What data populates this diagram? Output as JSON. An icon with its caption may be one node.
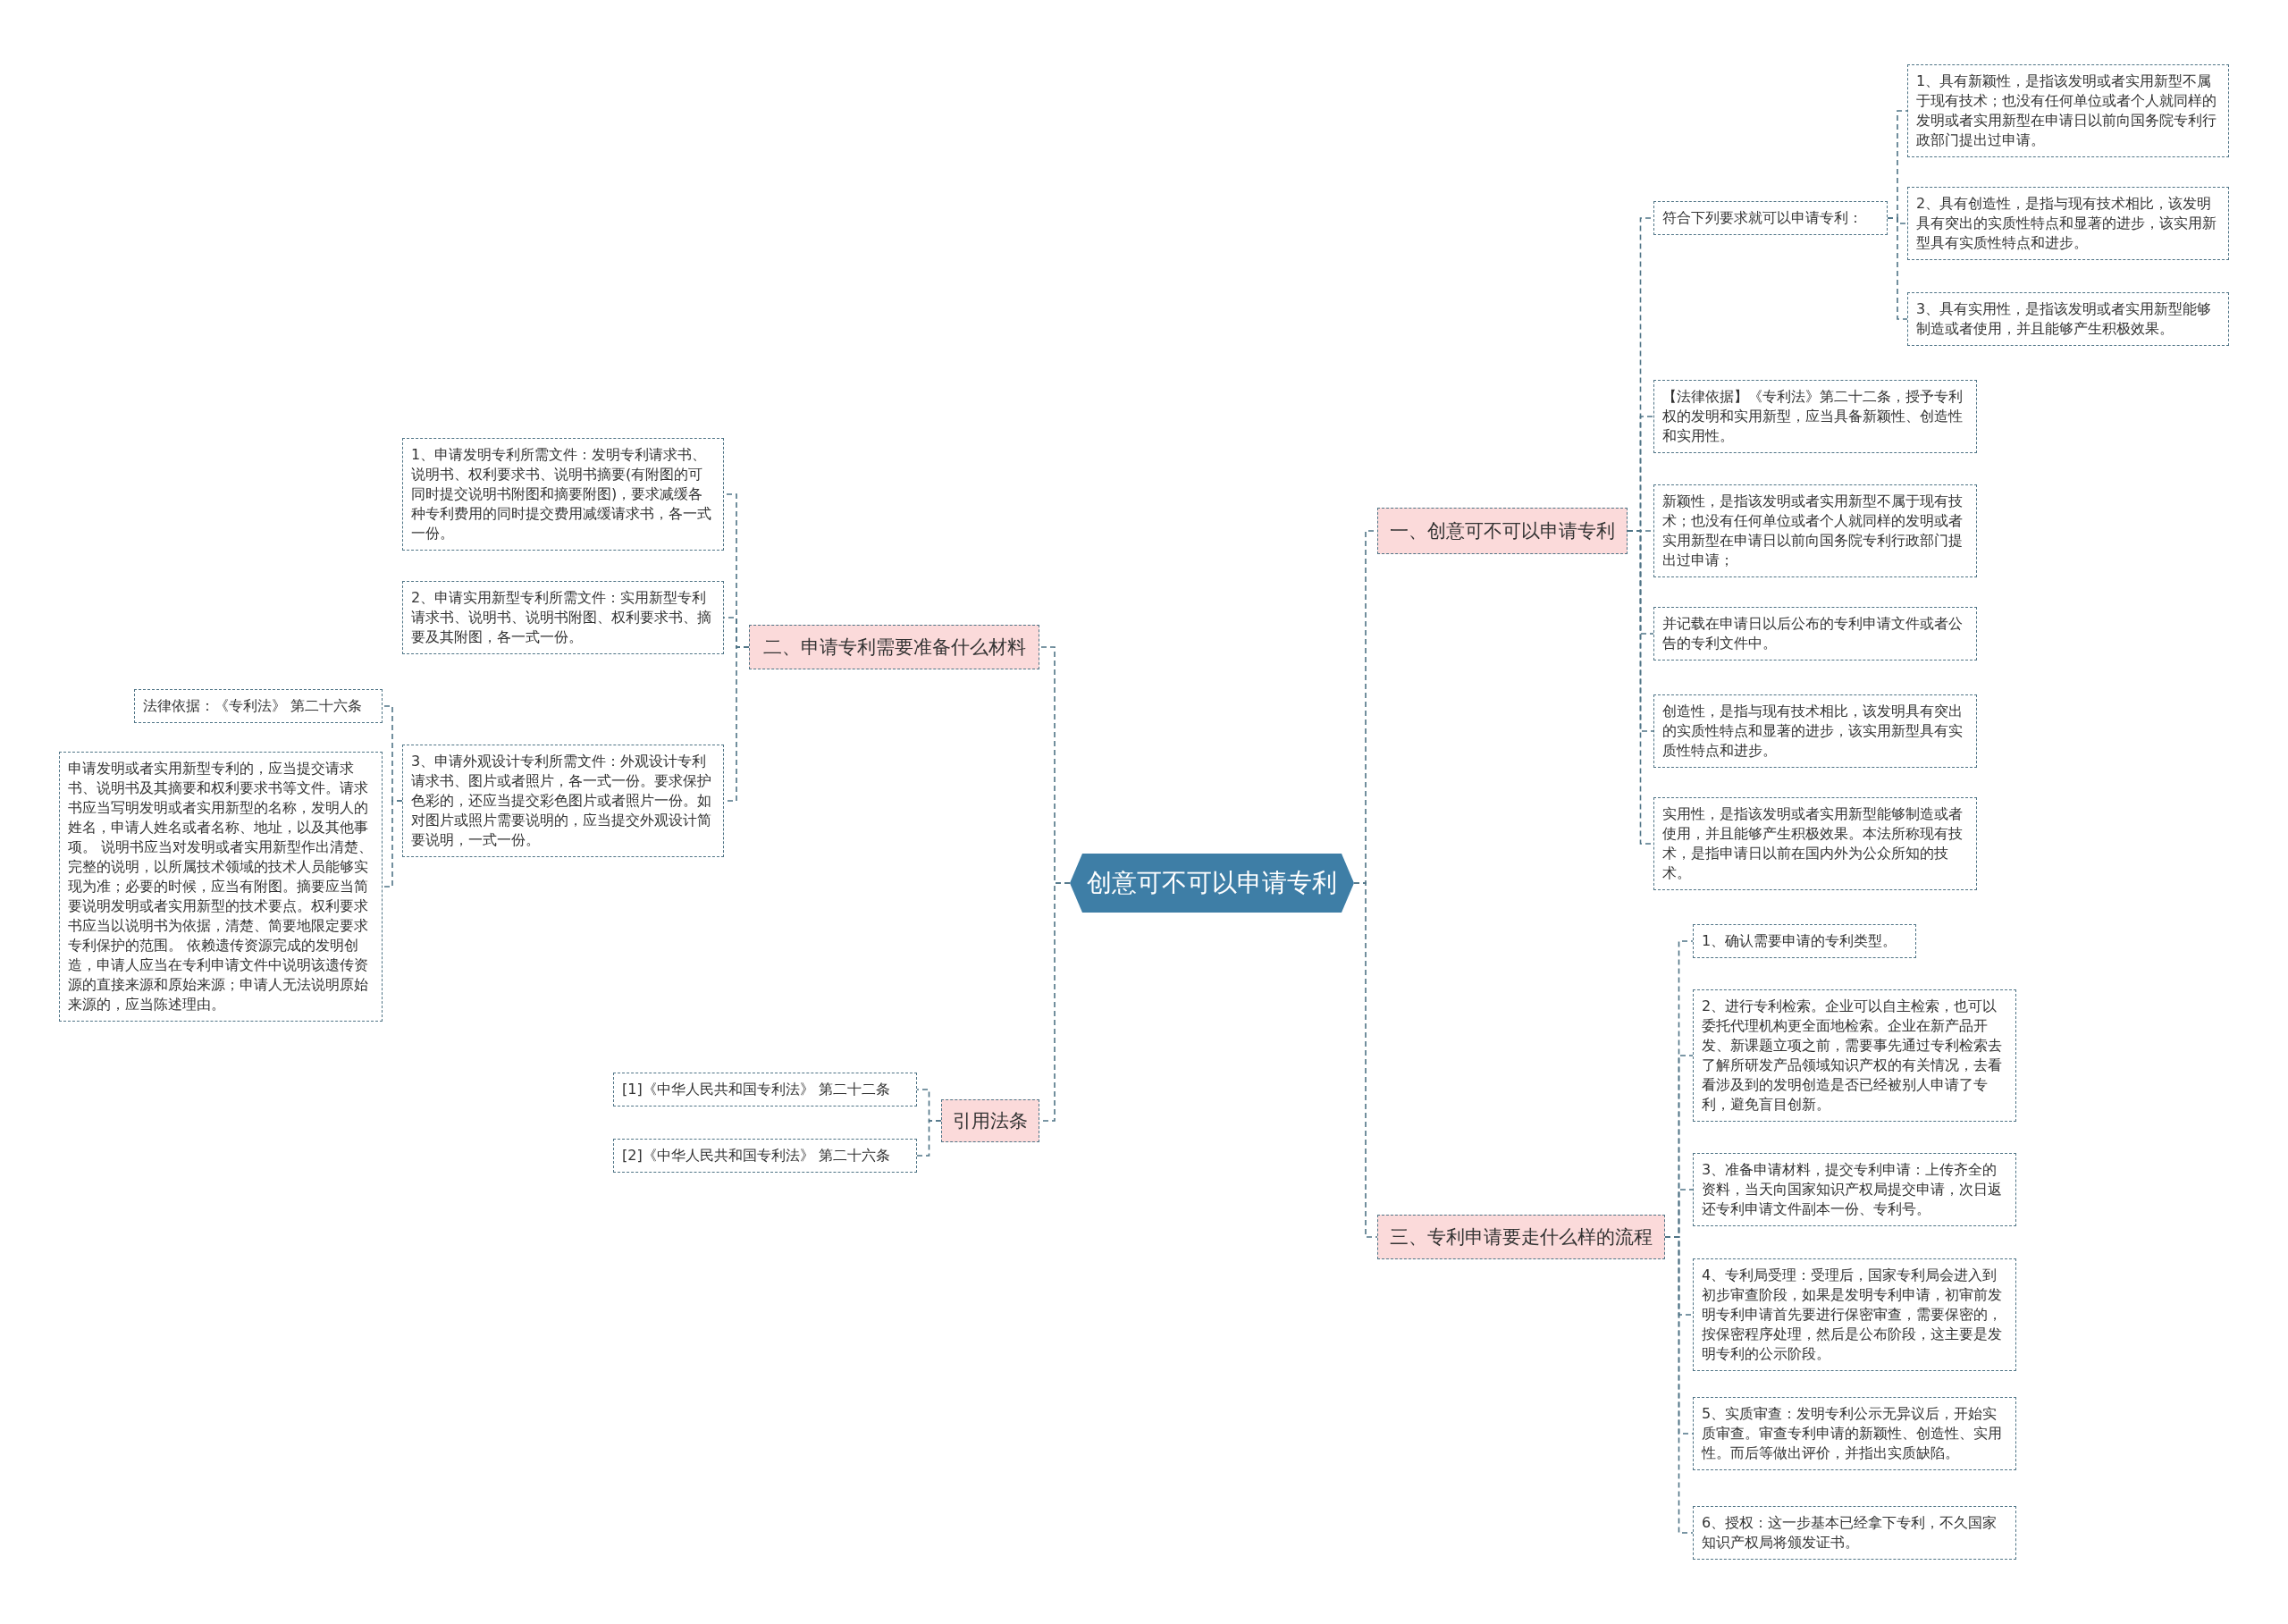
{
  "diagram": {
    "nodes": [
      {
        "text": [
          "创意可不可以申请专利"
        ]
      },
      {
        "text": [
          "一、创意可不可以申请专利"
        ]
      },
      {
        "text": [
          "符合下列要求就可以申请专利："
        ]
      },
      {
        "text": [
          "1、具有新颖性，是指该发明或者实用新型不属于现有技术；也没有任何单位或者个人就同样的发明或者实用新型在申请日以前向国务院专利行政部门提出过申请。"
        ]
      },
      {
        "text": [
          "2、具有创造性，是指与现有技术相比，该发明具有突出的实质性特点和显著的进步，该实用新型具有实质性特点和进步。"
        ]
      },
      {
        "text": [
          "3、具有实用性，是指该发明或者实用新型能够制造或者使用，并且能够产生积极效果。"
        ]
      },
      {
        "text": [
          "【法律依据】《专利法》第二十二条，授予专利权的发明和实用新型，应当具备新颖性、创造性和实用性。"
        ]
      },
      {
        "text": [
          "新颖性，是指该发明或者实用新型不属于现有技术；也没有任何单位或者个人就同样的发明或者实用新型在申请日以前向国务院专利行政部门提出过申请；"
        ]
      },
      {
        "text": [
          "并记载在申请日以后公布的专利申请文件或者公告的专利文件中。"
        ]
      },
      {
        "text": [
          "创造性，是指与现有技术相比，该发明具有突出的实质性特点和显著的进步，该实用新型具有实质性特点和进步。"
        ]
      },
      {
        "text": [
          "实用性，是指该发明或者实用新型能够制造或者使用，并且能够产生积极效果。本法所称现有技术，是指申请日以前在国内外为公众所知的技术。"
        ]
      },
      {
        "text": [
          "二、申请专利需要准备什么材料"
        ]
      },
      {
        "text": [
          "1、申请发明专利所需文件：发明专利请求书、说明书、权利要求书、说明书摘要(有附图的可同时提交说明书附图和摘要附图)，要求减缓各种专利费用的同时提交费用减缓请求书，各一式一份。"
        ]
      },
      {
        "text": [
          "2、申请实用新型专利所需文件：实用新型专利请求书、说明书、说明书附图、权利要求书、摘要及其附图，各一式一份。"
        ]
      },
      {
        "text": [
          "3、申请外观设计专利所需文件：外观设计专利请求书、图片或者照片，各一式一份。要求保护色彩的，还应当提交彩色图片或者照片一份。如对图片或照片需要说明的，应当提交外观设计简要说明，一式一份。"
        ]
      },
      {
        "text": [
          "法律依据：《专利法》 第二十六条"
        ]
      },
      {
        "text": [
          "申请发明或者实用新型专利的，应当提交请求书、说明书及其摘要和权利要求书等文件。请求书应当写明发明或者实用新型的名称，发明人的姓名，申请人姓名或者名称、地址，以及其他事项。 说明书应当对发明或者实用新型作出清楚、完整的说明，以所属技术领域的技术人员能够实现为准；必要的时候，应当有附图。摘要应当简要说明发明或者实用新型的技术要点。权利要求书应当以说明书为依据，清楚、简要地限定要求专利保护的范围。 依赖遗传资源完成的发明创造，申请人应当在专利申请文件中说明该遗传资源的直接来源和原始来源；申请人无法说明原始来源的，应当陈述理由。"
        ]
      },
      {
        "text": [
          "引用法条"
        ]
      },
      {
        "text": [
          "[1]《中华人民共和国专利法》 第二十二条"
        ]
      },
      {
        "text": [
          "[2]《中华人民共和国专利法》 第二十六条"
        ]
      },
      {
        "text": [
          "三、专利申请要走什么样的流程"
        ]
      },
      {
        "text": [
          "1、确认需要申请的专利类型。"
        ]
      },
      {
        "text": [
          "2、进行专利检索。企业可以自主检索，也可以委托代理机构更全面地检索。企业在新产品开发、新课题立项之前，需要事先通过专利检索去了解所研发产品领域知识产权的有关情况，去看看涉及到的发明创造是否已经被别人申请了专利，避免盲目创新。"
        ]
      },
      {
        "text": [
          "3、准备申请材料，提交专利申请：上传齐全的资料，当天向国家知识产权局提交申请，次日返还专利申请文件副本一份、专利号。"
        ]
      },
      {
        "text": [
          "4、专利局受理：受理后，国家专利局会进入到初步审查阶段，如果是发明专利申请，初审前发明专利申请首先要进行保密审查，需要保密的，按保密程序处理，然后是公布阶段，这主要是发明专利的公示阶段。"
        ]
      },
      {
        "text": [
          "5、实质审查：发明专利公示无异议后，开始实质审查。审查专利申请的新颖性、创造性、实用性。而后等做出评价，并指出实质缺陷。"
        ]
      },
      {
        "text": [
          "6、授权：这一步基本已经拿下专利，不久国家知识产权局将颁发证书。"
        ]
      }
    ],
    "edges": [
      {
        "from": 0,
        "to": 1,
        "arrow": "none"
      },
      {
        "from": 1,
        "to": 2,
        "arrow": "none"
      },
      {
        "from": 2,
        "to": 3,
        "arrow": "none"
      },
      {
        "from": 2,
        "to": 4,
        "arrow": "none"
      },
      {
        "from": 2,
        "to": 5,
        "arrow": "none"
      },
      {
        "from": 1,
        "to": 6,
        "arrow": "none"
      },
      {
        "from": 1,
        "to": 7,
        "arrow": "none"
      },
      {
        "from": 1,
        "to": 8,
        "arrow": "none"
      },
      {
        "from": 1,
        "to": 9,
        "arrow": "none"
      },
      {
        "from": 1,
        "to": 10,
        "arrow": "none"
      },
      {
        "from": 0,
        "to": 11,
        "arrow": "none"
      },
      {
        "from": 11,
        "to": 12,
        "arrow": "none"
      },
      {
        "from": 11,
        "to": 13,
        "arrow": "none"
      },
      {
        "from": 11,
        "to": 14,
        "arrow": "none"
      },
      {
        "from": 14,
        "to": 15,
        "arrow": "none"
      },
      {
        "from": 14,
        "to": 16,
        "arrow": "none"
      },
      {
        "from": 0,
        "to": 17,
        "arrow": "none"
      },
      {
        "from": 17,
        "to": 18,
        "arrow": "none"
      },
      {
        "from": 17,
        "to": 19,
        "arrow": "none"
      },
      {
        "from": 0,
        "to": 20,
        "arrow": "none"
      },
      {
        "from": 20,
        "to": 21,
        "arrow": "none"
      },
      {
        "from": 20,
        "to": 22,
        "arrow": "none"
      },
      {
        "from": 20,
        "to": 23,
        "arrow": "none"
      },
      {
        "from": 20,
        "to": 24,
        "arrow": "none"
      },
      {
        "from": 20,
        "to": 25,
        "arrow": "none"
      },
      {
        "from": 20,
        "to": 26,
        "arrow": "none"
      }
    ]
  }
}
